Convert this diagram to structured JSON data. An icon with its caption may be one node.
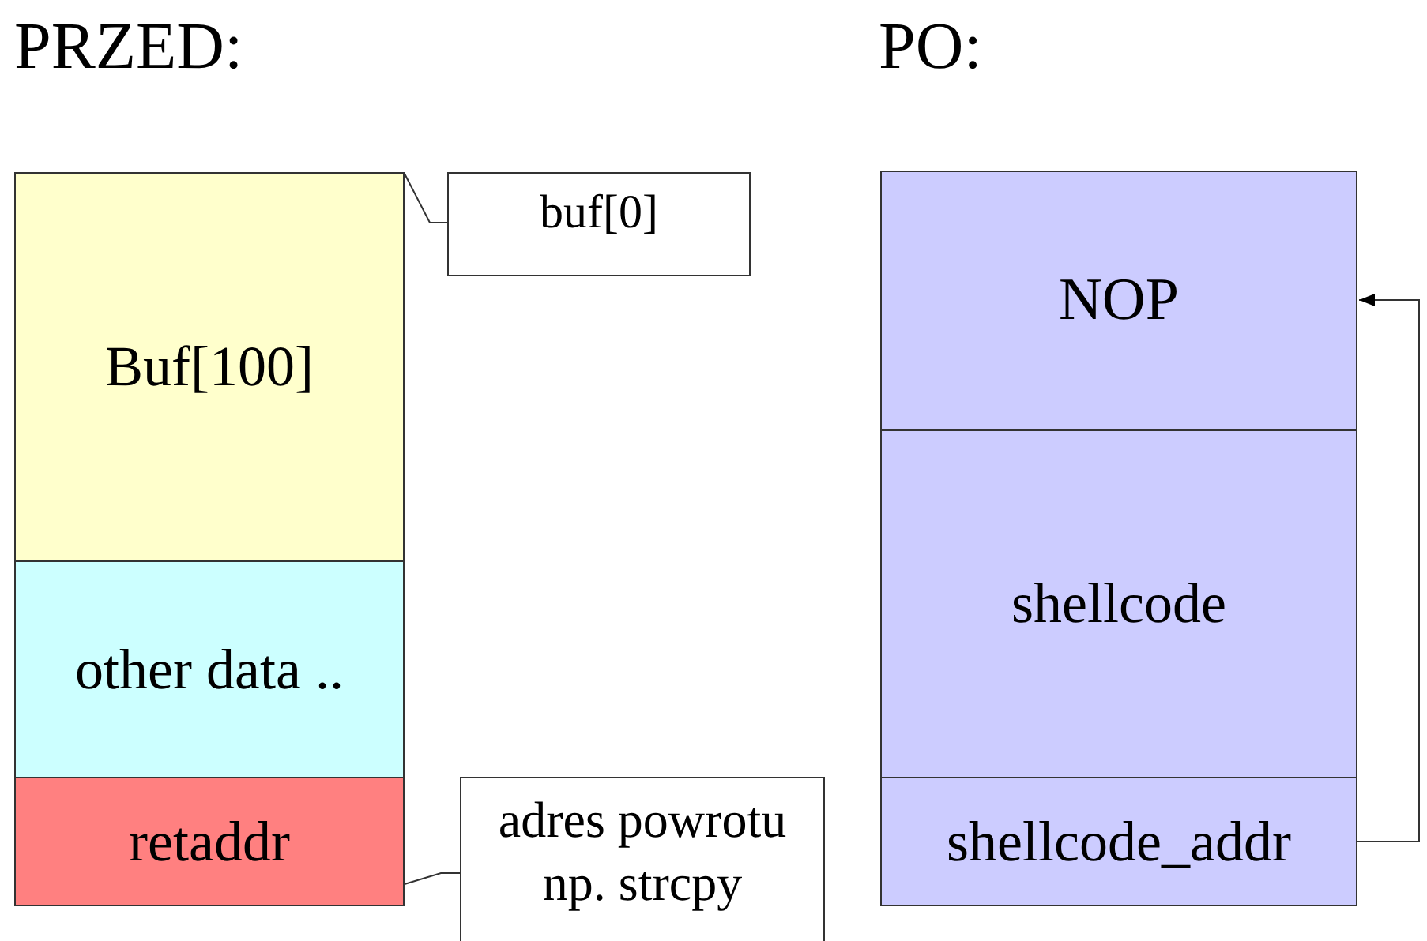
{
  "diagram": {
    "nodes": [
      {
        "text": [
          "Buf[100]"
        ]
      },
      {
        "text": [
          "buf[0]"
        ]
      },
      {
        "text": [
          "other data .."
        ]
      },
      {
        "text": [
          "retaddr"
        ]
      },
      {
        "text": [
          "adres powrotu np. strcpy"
        ]
      },
      {
        "text": [
          "NOP"
        ]
      },
      {
        "text": [
          "shellcode"
        ]
      },
      {
        "text": [
          "shellcode_addr"
        ]
      }
    ],
    "edges": [
      {
        "from": 1,
        "to": 0,
        "arrow": "none"
      },
      {
        "from": 4,
        "to": 3,
        "arrow": "none"
      },
      {
        "from": 7,
        "to": 5,
        "arrow": "to"
      }
    ],
    "labels": [
      "PRZED:",
      "PO:"
    ]
  }
}
